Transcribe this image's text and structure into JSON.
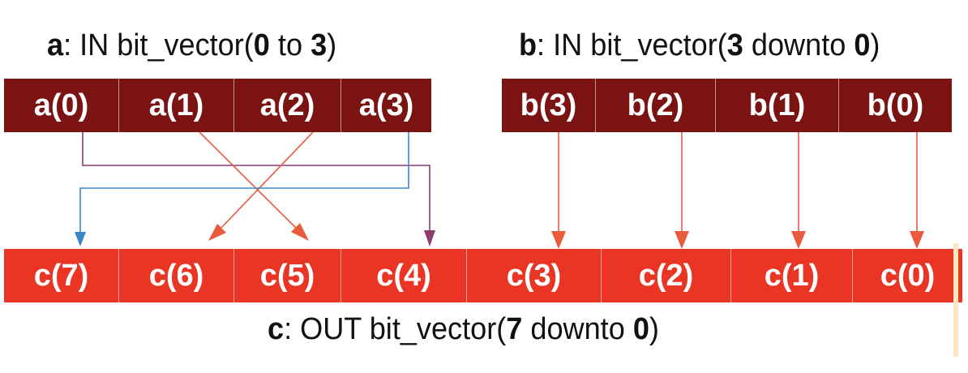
{
  "captions": {
    "a": {
      "name": "a",
      "mid": ": IN bit_vector(",
      "n1": "0",
      "dir": " to ",
      "n2": "3",
      "end": ")"
    },
    "b": {
      "name": "b",
      "mid": ": IN bit_vector(",
      "n1": "3",
      "dir": " downto ",
      "n2": "0",
      "end": ")"
    },
    "c": {
      "name": "c",
      "mid": ": OUT bit_vector(",
      "n1": "7",
      "dir": " downto ",
      "n2": "0",
      "end": ")"
    }
  },
  "vector_a": [
    "a(0)",
    "a(1)",
    "a(2)",
    "a(3)"
  ],
  "vector_b": [
    "b(3)",
    "b(2)",
    "b(1)",
    "b(0)"
  ],
  "vector_c": [
    "c(7)",
    "c(6)",
    "c(5)",
    "c(4)",
    "c(3)",
    "c(2)",
    "c(1)",
    "c(0)"
  ],
  "connections": [
    {
      "from": "a(0)",
      "to": "c(4)",
      "color": "#8e3b6e"
    },
    {
      "from": "a(1)",
      "to": "c(5)",
      "color": "#ea5a3c"
    },
    {
      "from": "a(2)",
      "to": "c(6)",
      "color": "#ea5a3c"
    },
    {
      "from": "a(3)",
      "to": "c(7)",
      "color": "#3a86c8"
    },
    {
      "from": "b(3)",
      "to": "c(3)",
      "color": "#ea5a3c"
    },
    {
      "from": "b(2)",
      "to": "c(2)",
      "color": "#ea5a3c"
    },
    {
      "from": "b(1)",
      "to": "c(1)",
      "color": "#ea5a3c"
    },
    {
      "from": "b(0)",
      "to": "c(0)",
      "color": "#ea5a3c"
    }
  ],
  "colors": {
    "input_cell": "#7b1313",
    "output_cell": "#ea3525"
  }
}
